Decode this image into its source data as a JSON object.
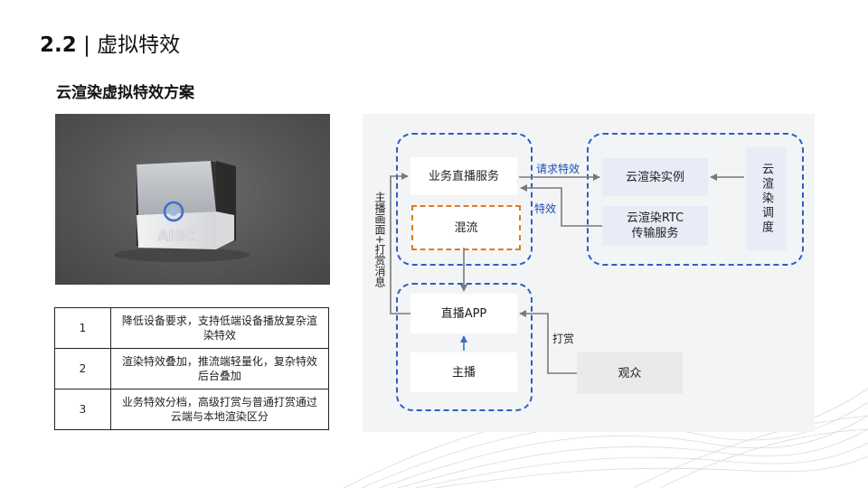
{
  "section": {
    "number": "2.2",
    "separator": "|",
    "title": "虚拟特效"
  },
  "subtitle": "云渲染虚拟特效方案",
  "device_logo_text": "AIGC",
  "features": [
    {
      "index": "1",
      "text": "降低设备要求，支持低端设备播放复杂渲染特效"
    },
    {
      "index": "2",
      "text": "渲染特效叠加，推流端轻量化，复杂特效后台叠加"
    },
    {
      "index": "3",
      "text": "业务特效分档，高级打赏与普通打赏通过云端与本地渲染区分"
    }
  ],
  "diagram": {
    "business_service": "业务直播服务",
    "mix_stream": "混流",
    "live_app": "直播APP",
    "anchor": "主播",
    "audience": "观众",
    "cloud_instance": "云渲染实例",
    "rtc_service": "云渲染RTC传输服务",
    "scheduler": "云渲染调度",
    "label_request": "请求特效",
    "label_effect": "特效",
    "label_tip": "打赏",
    "label_anchor_screen": "主播画面+打赏消息"
  },
  "colors": {
    "dash_blue": "#2c5fc4",
    "dash_orange": "#e07b1f",
    "label_blue": "#1f4fb4",
    "arrow_grey": "#7a7a7a"
  }
}
